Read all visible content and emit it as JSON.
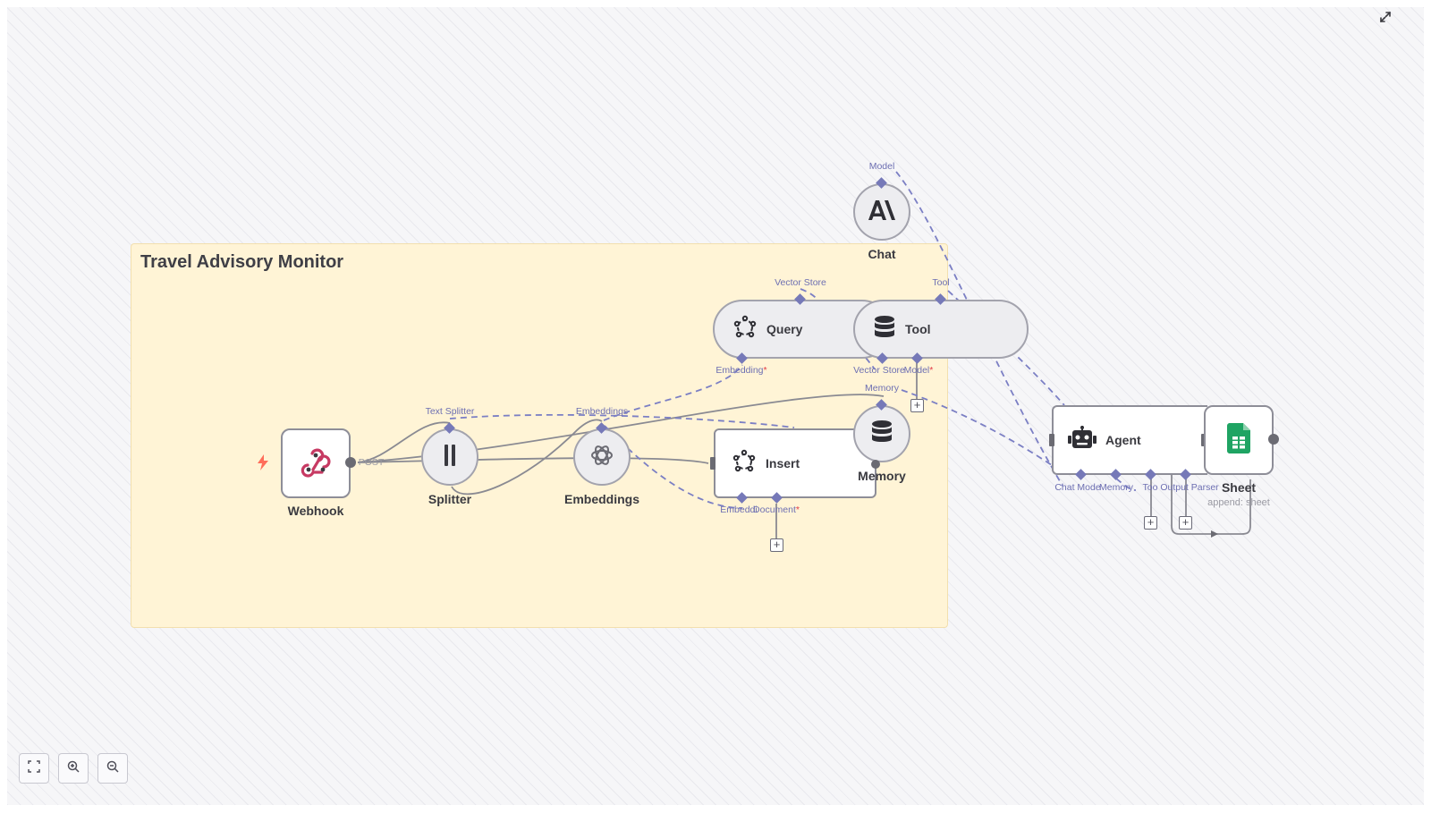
{
  "workflow": {
    "sticky_title": "Travel Advisory Monitor"
  },
  "nodes": {
    "webhook": {
      "label": "Webhook",
      "output_label": "POST"
    },
    "splitter": {
      "label": "Splitter",
      "port_label": "Text Splitter"
    },
    "embeddings": {
      "label": "Embeddings",
      "port_label": "Embeddings"
    },
    "insert": {
      "label": "Insert",
      "port_embedding": "Embeddi",
      "port_document": "Document"
    },
    "query": {
      "label": "Query",
      "port_top": "Vector Store",
      "port_embedding": "Embedding"
    },
    "tool": {
      "label": "Tool",
      "port_top": "Tool",
      "port_vector_store": "Vector Store",
      "port_model": "Model"
    },
    "memory": {
      "label": "Memory",
      "port_top": "Memory"
    },
    "chat": {
      "label": "Chat",
      "port_top": "Model"
    },
    "agent": {
      "label": "Agent",
      "port_chat_model": "Chat Mode",
      "port_memory": "Memory",
      "port_tool": "Too",
      "port_output_parser": "Output Parser"
    },
    "sheet": {
      "label": "Sheet",
      "subtitle": "append: sheet"
    }
  },
  "required_marker": "*",
  "plus_symbol": "+",
  "icons": {
    "webhook": "webhook-icon",
    "splitter": "text-splitter-icon",
    "embeddings": "openai-icon",
    "insert": "vector-store-icon",
    "query": "vector-store-icon",
    "tool": "database-icon",
    "memory": "database-icon",
    "chat": "anthropic-icon",
    "agent": "robot-icon",
    "sheet": "google-sheets-icon"
  },
  "colors": {
    "sticky_bg": "#fff4d6",
    "port": "#7679b8",
    "edge_main": "#8a8a92",
    "edge_ai": "#7b7fc4",
    "trigger": "#ff6d5a",
    "sheets_green": "#1fa463",
    "webhook_pink": "#c73a63"
  }
}
